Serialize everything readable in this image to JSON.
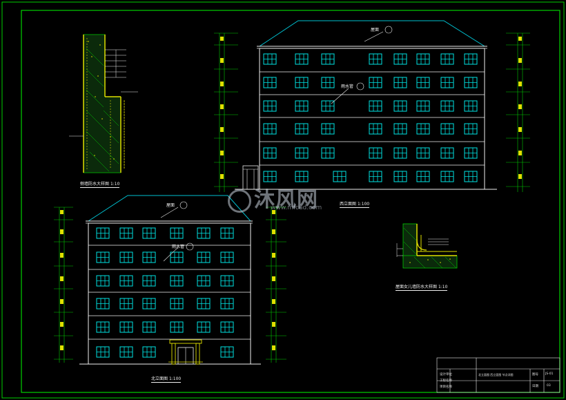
{
  "drawing": {
    "west_elevation_title": "西立面图",
    "west_elevation_scale": "1:100",
    "north_elevation_title": "北立面图",
    "north_elevation_scale": "1:100",
    "side_detail_title": "侧墙防水大样图",
    "side_detail_scale": "1:10",
    "parapet_detail_title": "屋面女儿墙防水大样图",
    "parapet_detail_scale": "1:10",
    "roof_tag": "屋面",
    "gutter_tag": "雨水管"
  },
  "watermark": {
    "brand": "沐风网",
    "url": "www.mfcad.com"
  },
  "title_block": {
    "row1": "设计单位",
    "row2": "工程名称",
    "row3": "项目名称",
    "center": "北立面图 西立面图 节点详图",
    "sheet_label": "图号",
    "sheet_no": "JS-01",
    "date_label": "日期",
    "rev": "03"
  },
  "colors": {
    "frame": "#00d000",
    "outline": "#00e5e5",
    "grid": "#00cc00",
    "yellow": "#e0e000",
    "white": "#f0f0f0",
    "roof": "#00c0d0"
  }
}
